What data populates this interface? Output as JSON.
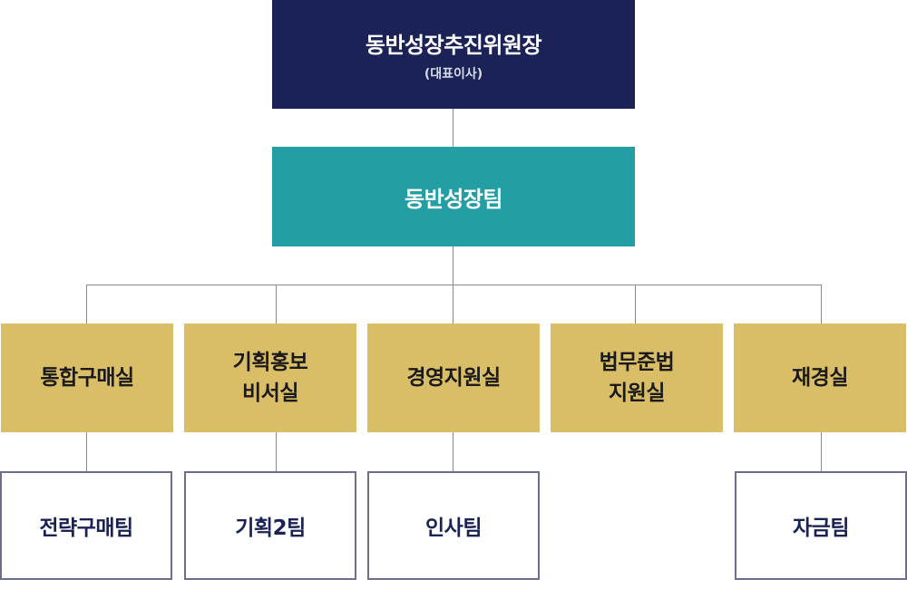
{
  "chairman": {
    "title": "동반성장추진위원장",
    "subtitle": "(대표이사)"
  },
  "team": {
    "title": "동반성장팀"
  },
  "offices": [
    {
      "lines": [
        "통합구매실"
      ]
    },
    {
      "lines": [
        "기획홍보",
        "비서실"
      ]
    },
    {
      "lines": [
        "경영지원실"
      ]
    },
    {
      "lines": [
        "법무준법",
        "지원실"
      ]
    },
    {
      "lines": [
        "재경실"
      ]
    }
  ],
  "sub_teams": [
    {
      "title": "전략구매팀"
    },
    {
      "title": "기획2팀"
    },
    {
      "title": "인사팀"
    },
    {
      "title": "자금팀"
    }
  ],
  "colors": {
    "chairman_bg": "#1a2256",
    "team_bg": "#239ea5",
    "office_bg": "#d9bd67",
    "sub_team_border": "#6b6f8c"
  }
}
